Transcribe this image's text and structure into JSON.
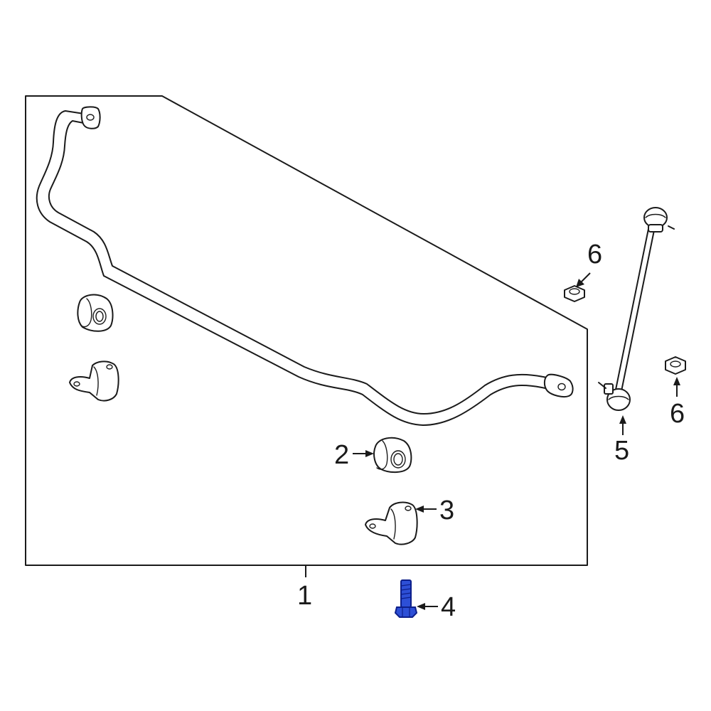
{
  "callouts": {
    "c1": "1",
    "c2": "2",
    "c3": "3",
    "c4": "4",
    "c5": "5",
    "c6a": "6",
    "c6b": "6"
  },
  "colors": {
    "line": "#1a1a1a",
    "highlight_fill": "#2d4fd6",
    "highlight_stroke": "#0d1f8a",
    "background": "#ffffff"
  }
}
